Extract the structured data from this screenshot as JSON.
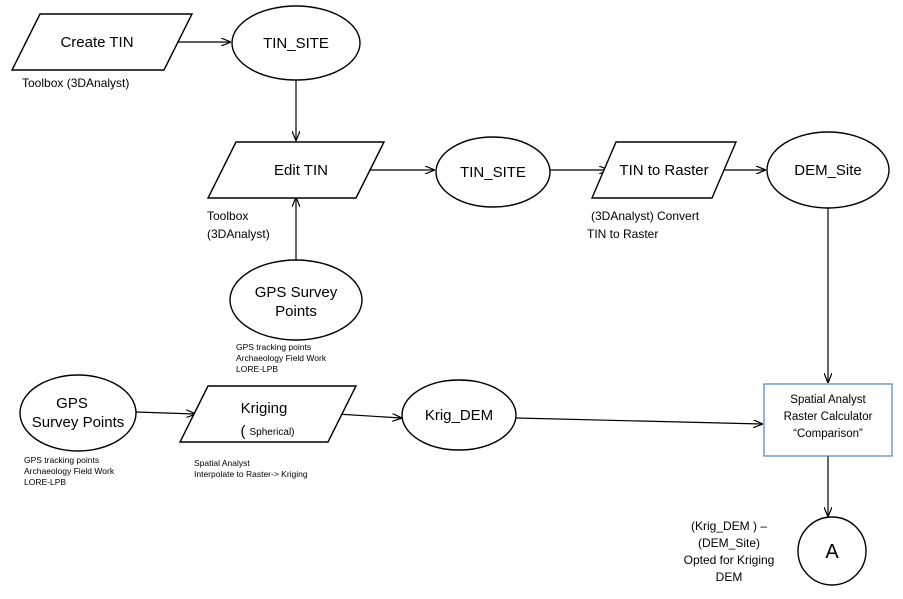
{
  "diagram": {
    "nodes": {
      "create_tin": "Create TIN",
      "tin_site_1": "TIN_SITE",
      "edit_tin": "Edit TIN",
      "tin_site_2": "TIN_SITE",
      "tin_to_raster": "TIN to Raster",
      "dem_site": "DEM_Site",
      "gps_points_upper": [
        "GPS Survey",
        "Points"
      ],
      "gps_points_lower": [
        "GPS",
        "Survey Points"
      ],
      "kriging": "Kriging",
      "kriging_sub_open": "(",
      "kriging_sub": "Spherical)",
      "krig_dem": "Krig_DEM",
      "raster_calc": [
        "Spatial Analyst",
        "Raster Calculator",
        "“Comparison”"
      ],
      "connector_a": "A"
    },
    "annotations": {
      "create_tin_note": "Toolbox  (3DAnalyst)",
      "edit_tin_note": [
        "Toolbox",
        "(3DAnalyst)"
      ],
      "tin_to_raster_note": [
        "(3DAnalyst)  Convert",
        "TIN to Raster"
      ],
      "gps_upper_note": [
        "GPS tracking points",
        "Archaeology Field Work",
        "LORE-LPB"
      ],
      "gps_lower_note": [
        "GPS tracking points",
        "Archaeology  Field Work",
        "LORE-LPB"
      ],
      "kriging_note": [
        "Spatial Analyst",
        "Interpolate to Raster-> Kriging"
      ],
      "result_note": [
        "(Krig_DEM ) –",
        "(DEM_Site)",
        "Opted for Kriging",
        "DEM"
      ]
    }
  }
}
